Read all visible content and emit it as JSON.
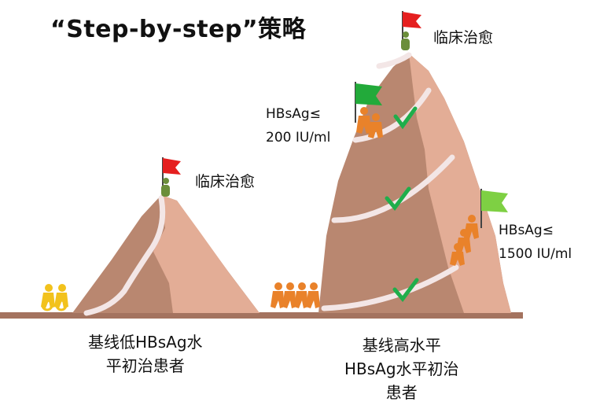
{
  "title": "“Step-by-step”策略",
  "left_mountain": {
    "goal_label": "临床治愈",
    "caption": "基线低HBsAg水\n平初治患者",
    "climber_color": "#f2c21c"
  },
  "right_mountain": {
    "goal_label": "临床治愈",
    "milestone_1": "HBsAg≤\n200 IU/ml",
    "milestone_2": "HBsAg≤\n1500 IU/ml",
    "caption": "基线高水平\nHBsAg水平初治\n患者",
    "climber_color": "#e9822a"
  },
  "colors": {
    "mountain_dark": "#b98770",
    "mountain_light": "#e3ad96",
    "path": "#f3e6e6",
    "ground": "#a4735f",
    "summit_flag": "#e51f1f",
    "milestone_flag_1": "#22aa3a",
    "milestone_flag_2": "#7ed043",
    "check": "#1fae4b",
    "person": "#6b8e3a"
  },
  "icons": [
    "flag-icon",
    "checkmark-icon",
    "climber-icon",
    "person-icon"
  ]
}
